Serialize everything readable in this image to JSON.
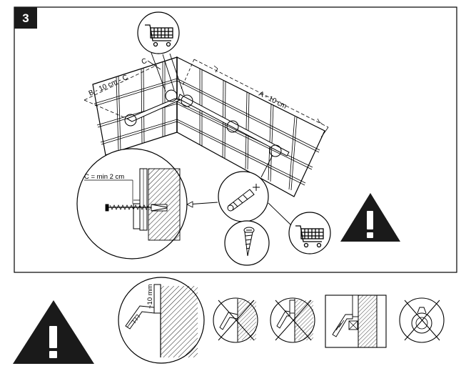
{
  "step_badge": {
    "number": "3"
  },
  "dimensions": {
    "a_label": "A - 10 cm",
    "b_label": "B - 10 cm - C",
    "c_label": "C",
    "min_label": "C = min 2 cm",
    "gap_label": "~10 mm"
  },
  "icons": [
    "shopping-cart-icon",
    "wall-plug-icon",
    "screw-icon",
    "warning-triangle-icon",
    "prohibited-icon",
    "prohibited-tap-icon"
  ],
  "colors": {
    "ink": "#000000",
    "background": "#ffffff",
    "badge": "#1a1a1a"
  }
}
